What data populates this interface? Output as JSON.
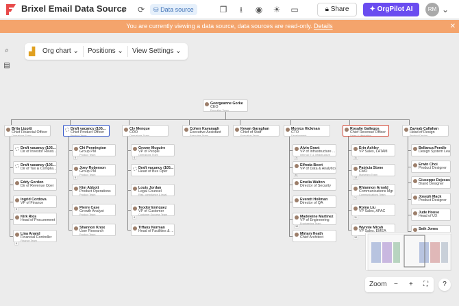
{
  "app": {
    "title": "Brixel Email Data Source",
    "chip_label": "Data source",
    "share_label": "Share",
    "ai_label": "OrgPilot AI",
    "avatar_initials": "RM",
    "brand_color": "#e84a4a",
    "accent_color": "#6a4cf0"
  },
  "banner": {
    "text": "You are currently viewing a data source, data sources are read-only.",
    "link": "Details",
    "color": "#f4a46c"
  },
  "toolbar": {
    "org_chart": "Org chart",
    "positions": "Positions",
    "view_settings": "View Settings"
  },
  "zoom": {
    "label": "Zoom",
    "minus": "−",
    "plus": "+",
    "help": "?"
  },
  "root": {
    "name": "Georgeanne Gorke",
    "role": "CEO",
    "team": "Executive Team"
  },
  "columns": [
    {
      "head": {
        "name": "Brita Lippitt",
        "role": "Chief Financial Officer",
        "team": "Operations Team",
        "vacancy": false,
        "hl": ""
      },
      "reports": [
        {
          "name": "Draft vacancy (105...",
          "role": "Dir of Investor Relati...",
          "vacancy": true,
          "count": ""
        },
        {
          "name": "Draft vacancy (105...",
          "role": "Dir of Tax & Complia...",
          "vacancy": true,
          "count": ""
        },
        {
          "name": "Eddy Gordon",
          "role": "Dir of Revenue Oper",
          "vacancy": false,
          "count": ""
        },
        {
          "name": "Ingrid Cordova",
          "role": "VP of Finance",
          "vacancy": false,
          "count": "5"
        },
        {
          "name": "Kirk Rios",
          "role": "Head of Procurement",
          "vacancy": false,
          "count": ""
        },
        {
          "name": "Lina Anand",
          "role": "Financial Controller",
          "team": "Finance Team",
          "vacancy": false,
          "count": "6"
        }
      ]
    },
    {
      "head": {
        "name": "Draft vacancy (105...",
        "role": "Chief Product Officer",
        "team": "Product Team",
        "vacancy": true,
        "hl": "blue"
      },
      "reports": [
        {
          "name": "Chi Pennington",
          "role": "Group PM",
          "team": "Product Team",
          "vacancy": false,
          "count": "5"
        },
        {
          "name": "Joey Roberson",
          "role": "Group PM",
          "team": "Product Team",
          "vacancy": false,
          "count": "5"
        },
        {
          "name": "Kim Abbott",
          "role": "Product Operations",
          "team": "Product Team",
          "vacancy": false,
          "count": ""
        },
        {
          "name": "Pierre Case",
          "role": "Growth Analyst",
          "team": "Product Team",
          "vacancy": false,
          "count": ""
        },
        {
          "name": "Shannon Knox",
          "role": "User Research",
          "team": "Product Team",
          "vacancy": false,
          "count": ""
        }
      ]
    },
    {
      "head": {
        "name": "Cly Menque",
        "role": "COO",
        "team": "Operations Team",
        "vacancy": false,
        "hl": ""
      },
      "reports": [
        {
          "name": "Grover Mcguire",
          "role": "VP of People",
          "team": "Operations Team",
          "vacancy": false,
          "count": "4"
        },
        {
          "name": "Draft vacancy (105...",
          "role": "Head of Bus Oper",
          "vacancy": true,
          "count": ""
        },
        {
          "name": "Louis Jordan",
          "role": "Legal Counsel",
          "team": "Risk, compliance & legal",
          "vacancy": false,
          "count": ""
        },
        {
          "name": "Teodor Enriquez",
          "role": "VP of Customer",
          "team": "Customer Success Team",
          "vacancy": false,
          "count": "4"
        },
        {
          "name": "Tiffany Norman",
          "role": "Head of Facilities & ...",
          "vacancy": false,
          "count": ""
        }
      ]
    },
    {
      "head": {
        "name": "Cohen Kavanagh",
        "role": "Executive Assistant",
        "team": "Executive Team",
        "vacancy": false,
        "hl": ""
      },
      "reports": []
    },
    {
      "head": {
        "name": "Kevan Garaghan",
        "role": "Chief of Staff",
        "team": "Executive Team",
        "vacancy": false,
        "hl": ""
      },
      "reports": []
    },
    {
      "head": {
        "name": "Monica Hickman",
        "role": "CTO",
        "team": "Development",
        "vacancy": false,
        "hl": ""
      },
      "reports": [
        {
          "name": "Alvin Grant",
          "role": "VP of Infrastructure ...",
          "team": "Internal IT & Infrastructure",
          "vacancy": false,
          "count": "3"
        },
        {
          "name": "Elfreda Beert",
          "role": "VP of Data & Analytics",
          "vacancy": false,
          "count": "6"
        },
        {
          "name": "Emelia Walton",
          "role": "Director of Security",
          "vacancy": false,
          "count": ""
        },
        {
          "name": "Everett Hollman",
          "role": "Director of QA",
          "vacancy": false,
          "count": ""
        },
        {
          "name": "Madeleine Martinez",
          "role": "VP of Engineering",
          "team": "Engineering Team",
          "vacancy": false,
          "count": "10"
        },
        {
          "name": "Miriam Heath",
          "role": "Chief Architect",
          "vacancy": false,
          "count": ""
        }
      ]
    },
    {
      "head": {
        "name": "Rosalie Gallegos",
        "role": "Chief Revenue Officer",
        "team": "Sales & Marketing",
        "vacancy": false,
        "hl": "red"
      },
      "reports": [
        {
          "name": "Erin Ashley",
          "role": "VP Sales, LATAM",
          "vacancy": false,
          "count": "11"
        },
        {
          "name": "Patricia Stone",
          "role": "CMO",
          "team": "Marketing Team",
          "vacancy": false,
          "count": "12"
        },
        {
          "name": "Rhiannon Arnold",
          "role": "Communications Mgr",
          "team": "Communications Team",
          "vacancy": false,
          "count": "1"
        },
        {
          "name": "Roma Liu",
          "role": "VP Sales, APAC",
          "vacancy": false,
          "count": "11"
        },
        {
          "name": "Wynnie Micah",
          "role": "VP Sales, EMEA",
          "vacancy": false,
          "count": "10"
        }
      ]
    },
    {
      "head": {
        "name": "Zaynab Callahan",
        "role": "Head of Design",
        "team": "Product Design",
        "vacancy": false,
        "hl": ""
      },
      "reports": [
        {
          "name": "Bellanca Pendle",
          "role": "Design System Lead",
          "vacancy": false,
          "count": ""
        },
        {
          "name": "Erwin Choi",
          "role": "Product Designer",
          "vacancy": false,
          "count": ""
        },
        {
          "name": "Giuseppe Dejesus",
          "role": "Brand Designer",
          "vacancy": false,
          "count": ""
        },
        {
          "name": "Joseph Mack",
          "role": "Product Designer",
          "vacancy": false,
          "count": ""
        },
        {
          "name": "Jude House",
          "role": "Head of UX",
          "vacancy": false,
          "count": ""
        },
        {
          "name": "Seth Jones",
          "role": "",
          "vacancy": false,
          "count": ""
        }
      ]
    }
  ]
}
